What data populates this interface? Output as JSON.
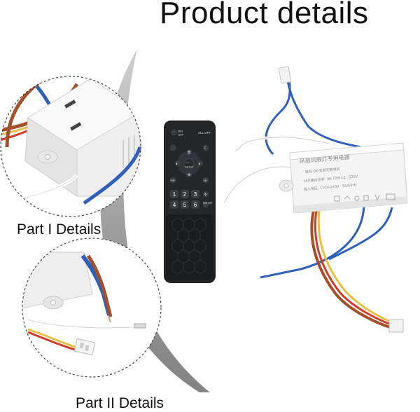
{
  "title": "Product details",
  "captions": {
    "part1": "Part I Details",
    "part2": "Part II Details"
  },
  "remote": {
    "buttons": {
      "on": "ON",
      "off": "OFF",
      "all_off": "ALL OFF",
      "setup": "SETUP",
      "fr": "F/R",
      "hour_2h": "2H",
      "num1": "1",
      "num2": "2",
      "num3": "3",
      "num4": "4",
      "num5": "5",
      "num6": "6",
      "fan_off": "FAN OFF"
    }
  },
  "controller_label": {
    "heading": "吊扇风扇灯专用电器",
    "line1": "型号 DK-变频无刷电机",
    "line2": "LED输出功率: 36-72W×2 · 220V",
    "line3": "输入电压: 110V-240V · 50/60Hz"
  },
  "colors": {
    "wire_blue": "#2f5fb8",
    "wire_brown": "#a0502a",
    "wire_red": "#d23b2b",
    "wire_yellow": "#e6c040",
    "housing": "#f2f2f2",
    "remote_body": "#1e1f21",
    "swoosh": "#9a9a9a"
  }
}
